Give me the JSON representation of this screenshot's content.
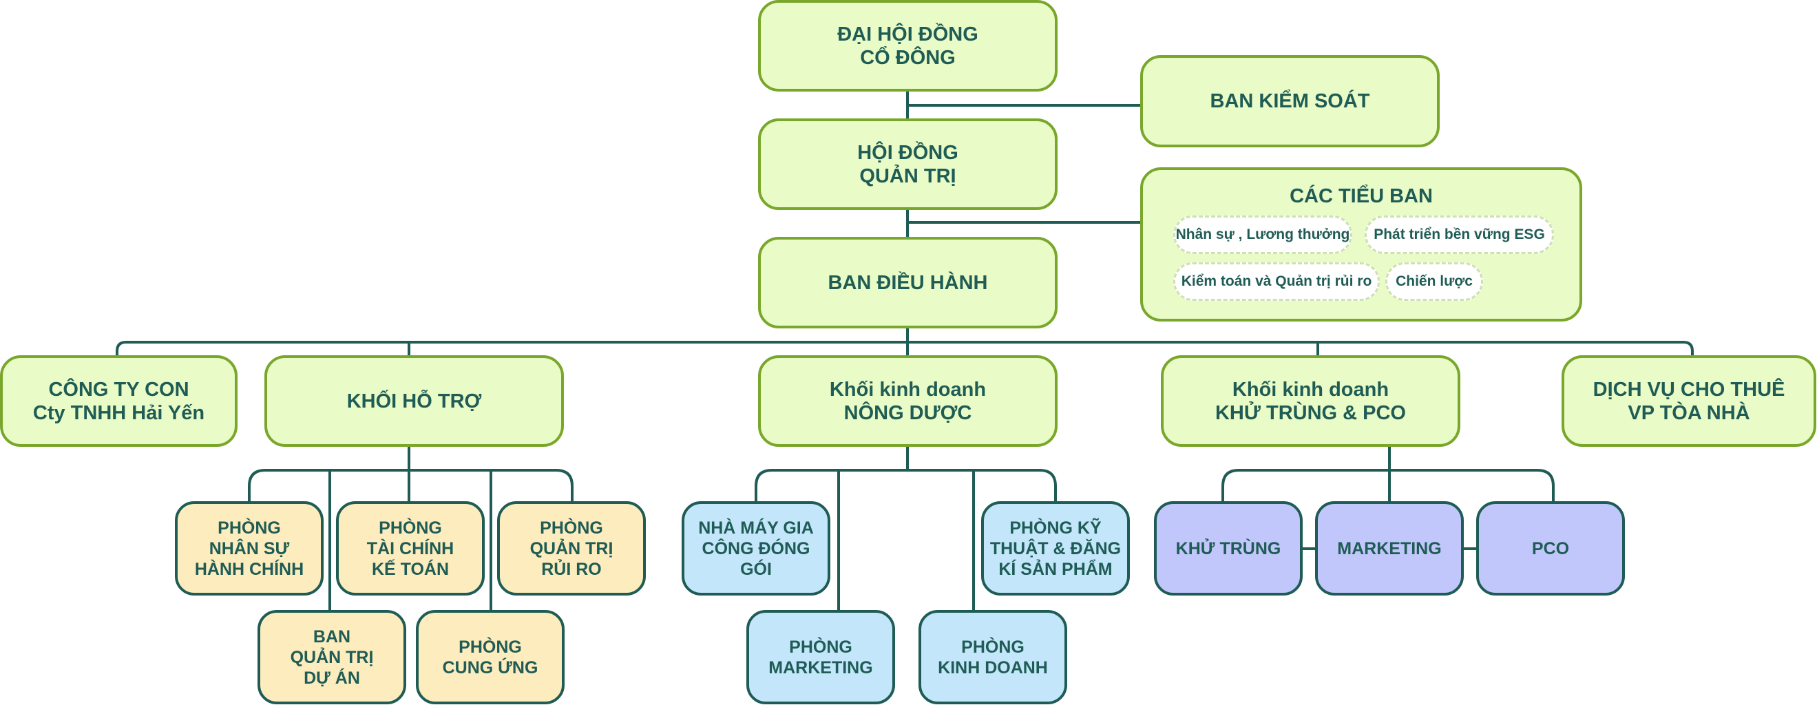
{
  "top": {
    "dhdcd": [
      "ĐẠI HỘI ĐỒNG",
      "CỔ ĐÔNG"
    ],
    "hdqt": [
      "HỘI ĐỒNG",
      "QUẢN TRỊ"
    ],
    "bdh": [
      "BAN ĐIỀU HÀNH"
    ],
    "bks": [
      "BAN KIỂM SOÁT"
    ]
  },
  "subcommittees": {
    "title": "CÁC TIỂU BAN",
    "items": [
      "Nhân sự , Lương thưởng",
      "Phát triển bền vững ESG",
      "Kiểm toán và Quản trị rủi ro",
      "Chiến lược"
    ]
  },
  "units": {
    "subsidiary": [
      "CÔNG TY CON",
      "Cty TNHH Hải Yến"
    ],
    "support": [
      "KHỐI HỖ TRỢ"
    ],
    "agro": [
      "Khối kinh doanh",
      "NÔNG DƯỢC"
    ],
    "pest": [
      "Khối kinh doanh",
      "KHỬ TRÙNG & PCO"
    ],
    "rental": [
      "DỊCH VỤ CHO THUÊ",
      "VP TÒA NHÀ"
    ]
  },
  "support_departments": {
    "hr": [
      "PHÒNG",
      "NHÂN SỰ",
      "HÀNH CHÍNH"
    ],
    "finance": [
      "PHÒNG",
      "TÀI CHÍNH",
      "KẾ TOÁN"
    ],
    "risk": [
      "PHÒNG",
      "QUẢN TRỊ",
      "RỦI RO"
    ],
    "project": [
      "BAN",
      "QUẢN TRỊ",
      "DỰ ÁN"
    ],
    "supply": [
      "PHÒNG",
      "CUNG ỨNG"
    ]
  },
  "agro_departments": {
    "factory": [
      "NHÀ MÁY GIA",
      "CÔNG ĐÓNG",
      "GÓI"
    ],
    "tech": [
      "PHÒNG KỸ",
      "THUẬT & ĐĂNG",
      "KÍ SẢN PHẨM"
    ],
    "marketing": [
      "PHÒNG",
      "MARKETING"
    ],
    "sales": [
      "PHÒNG",
      "KINH DOANH"
    ]
  },
  "pest_departments": {
    "fumigation": [
      "KHỬ TRÙNG"
    ],
    "marketing": [
      "MARKETING"
    ],
    "pco": [
      "PCO"
    ]
  },
  "colors": {
    "line": "#1f5c55",
    "green_fill": "#e9fbc6",
    "green_border": "#79a72b",
    "yellow_fill": "#fdecbd",
    "blue_fill": "#c3e6fb",
    "purple_fill": "#c1c7fb"
  }
}
